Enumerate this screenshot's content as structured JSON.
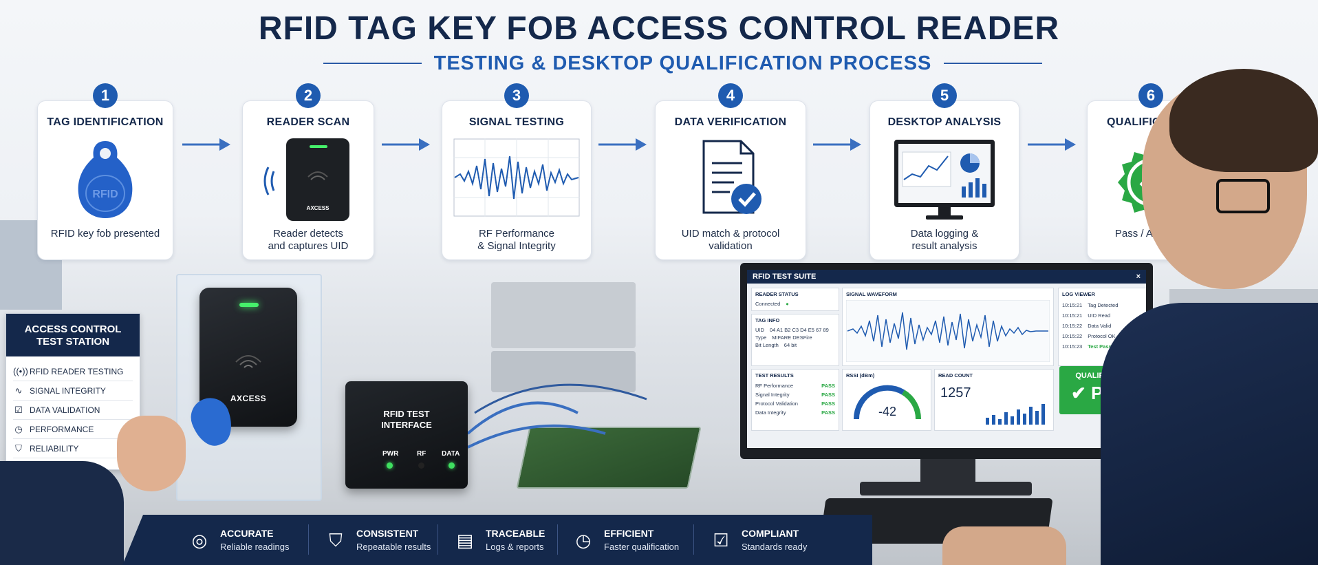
{
  "header": {
    "title": "RFID TAG KEY FOB ACCESS CONTROL READER",
    "subtitle": "TESTING & DESKTOP QUALIFICATION PROCESS"
  },
  "steps": [
    {
      "number": "1",
      "title": "TAG IDENTIFICATION",
      "desc_line1": "RFID key fob presented",
      "desc_line2": ""
    },
    {
      "number": "2",
      "title": "READER SCAN",
      "desc_line1": "Reader detects",
      "desc_line2": "and captures UID"
    },
    {
      "number": "3",
      "title": "SIGNAL TESTING",
      "desc_line1": "RF Performance",
      "desc_line2": "& Signal Integrity"
    },
    {
      "number": "4",
      "title": "DATA VERIFICATION",
      "desc_line1": "UID match & protocol",
      "desc_line2": "validation"
    },
    {
      "number": "5",
      "title": "DESKTOP ANALYSIS",
      "desc_line1": "Data logging &",
      "desc_line2": "result analysis"
    },
    {
      "number": "6",
      "title": "QUALIFICATION",
      "desc_line1": "Pass / Approval",
      "desc_line2": ""
    }
  ],
  "step_art": {
    "fob_text": "RFID",
    "reader_brand": "AXCESS"
  },
  "station": {
    "title_line1": "ACCESS CONTROL",
    "title_line2": "TEST STATION",
    "items": [
      {
        "label": "RFID READER TESTING",
        "icon": "rfid-wave-icon"
      },
      {
        "label": "SIGNAL INTEGRITY",
        "icon": "signal-icon"
      },
      {
        "label": "DATA VALIDATION",
        "icon": "clipboard-check-icon"
      },
      {
        "label": "PERFORMANCE",
        "icon": "timer-icon"
      },
      {
        "label": "RELIABILITY",
        "icon": "shield-check-icon"
      }
    ]
  },
  "devices": {
    "reader_brand": "AXCESS",
    "interface_title_line1": "RFID TEST",
    "interface_title_line2": "INTERFACE",
    "interface_labels": [
      "PWR",
      "RF",
      "DATA"
    ]
  },
  "software": {
    "window_title": "RFID TEST SUITE",
    "close": "×",
    "reader_status": {
      "title": "READER STATUS",
      "value": "Connected"
    },
    "tag_info": {
      "title": "TAG INFO",
      "rows": [
        {
          "k": "UID",
          "v": "04 A1 B2 C3 D4 E5 67 89"
        },
        {
          "k": "Type",
          "v": "MIFARE DESFire"
        },
        {
          "k": "Bit Length",
          "v": "64 bit"
        }
      ]
    },
    "waveform_title": "SIGNAL WAVEFORM",
    "log": {
      "title": "LOG VIEWER",
      "rows": [
        {
          "time": "10:15:21",
          "msg": "Tag Detected"
        },
        {
          "time": "10:15:21",
          "msg": "UID Read"
        },
        {
          "time": "10:15:22",
          "msg": "Data Valid"
        },
        {
          "time": "10:15:22",
          "msg": "Protocol OK"
        },
        {
          "time": "10:15:23",
          "msg": "Test Passed"
        }
      ]
    },
    "results": {
      "title": "TEST RESULTS",
      "rows": [
        {
          "k": "RF Performance",
          "v": "PASS"
        },
        {
          "k": "Signal Integrity",
          "v": "PASS"
        },
        {
          "k": "Protocol Validation",
          "v": "PASS"
        },
        {
          "k": "Data Integrity",
          "v": "PASS"
        }
      ]
    },
    "rssi": {
      "title": "RSSI (dBm)",
      "value": "-42"
    },
    "read_count": {
      "title": "READ COUNT",
      "value": "1257"
    },
    "qualification": {
      "label": "QUALIFICATION",
      "result": "PASS"
    }
  },
  "features": [
    {
      "title": "ACCURATE",
      "desc": "Reliable readings",
      "icon": "target-icon"
    },
    {
      "title": "CONSISTENT",
      "desc": "Repeatable results",
      "icon": "shield-check-icon"
    },
    {
      "title": "TRACEABLE",
      "desc": "Logs & reports",
      "icon": "document-icon"
    },
    {
      "title": "EFFICIENT",
      "desc": "Faster qualification",
      "icon": "stopwatch-icon"
    },
    {
      "title": "COMPLIANT",
      "desc": "Standards ready",
      "icon": "checkbox-icon"
    }
  ],
  "colors": {
    "navy": "#14284b",
    "accent_blue": "#1f5bb0",
    "pass_green": "#2aa844"
  }
}
